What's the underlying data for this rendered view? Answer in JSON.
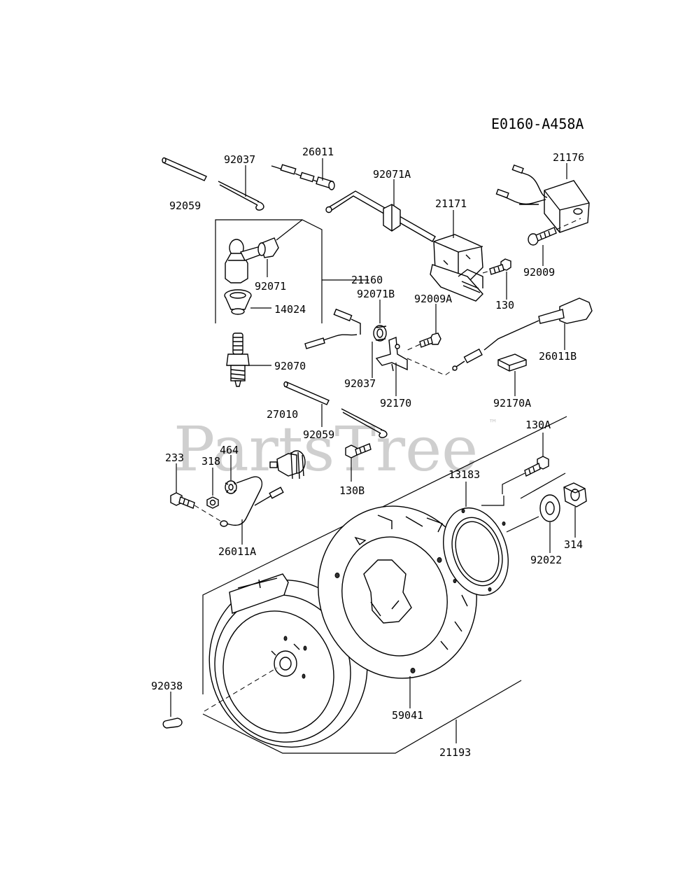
{
  "diagram_code": "E0160-A458A",
  "watermark": "PartsTree",
  "watermark_tm": "™",
  "labels": {
    "p92059_top": "92059",
    "p92037_top": "92037",
    "p26011": "26011",
    "p92071A": "92071A",
    "p21171": "21171",
    "p21176": "21176",
    "p92009": "92009",
    "p21160": "21160",
    "p92071": "92071",
    "p14024": "14024",
    "p92071B": "92071B",
    "p92009A": "92009A",
    "p130": "130",
    "p26011B": "26011B",
    "p92070": "92070",
    "p92037_mid": "92037",
    "p92170": "92170",
    "p92170A": "92170A",
    "p27010": "27010",
    "p92059_mid": "92059",
    "p130A": "130A",
    "p233": "233",
    "p318": "318",
    "p464": "464",
    "p130B": "130B",
    "p13183": "13183",
    "p26011A": "26011A",
    "p314": "314",
    "p92022": "92022",
    "p92038": "92038",
    "p59041": "59041",
    "p21193": "21193"
  }
}
